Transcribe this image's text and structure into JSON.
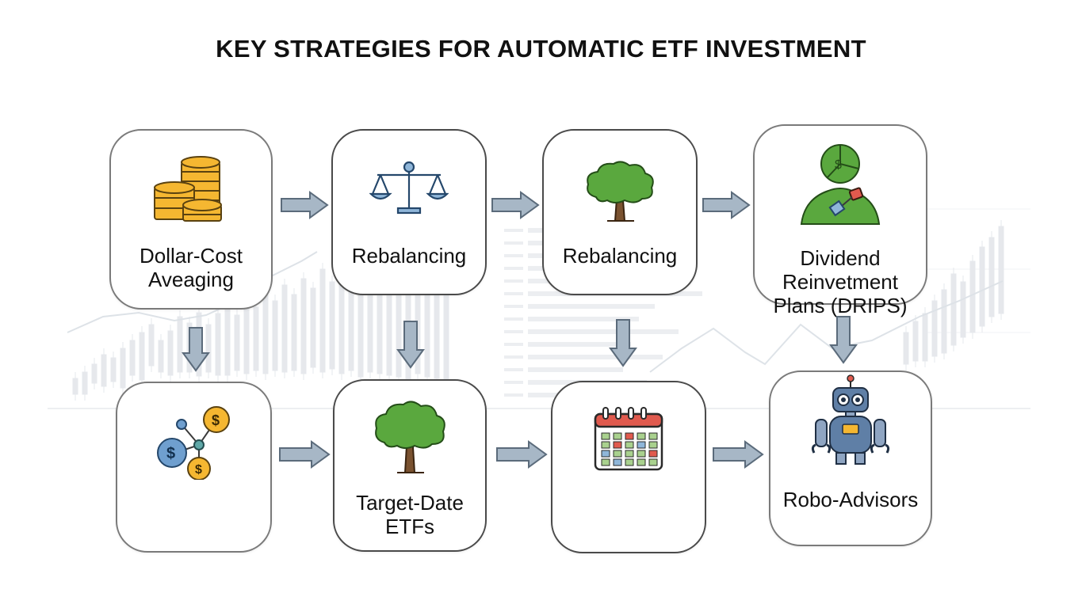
{
  "title": "KEY STRATEGIES FOR AUTOMATIC ETF INVESTMENT",
  "colors": {
    "arrow_fill": "#a7b7c6",
    "arrow_stroke": "#5b6b7b",
    "coin_gold": "#f5b731",
    "tree_green": "#5aa83e",
    "calendar_red": "#e05a4e",
    "robot_blue": "#5f7fa6"
  },
  "cards": [
    {
      "id": "dca",
      "icon": "coin-stack-icon",
      "lines": [
        "Dollar-Cost",
        "Aveaging"
      ]
    },
    {
      "id": "rebal1",
      "icon": "balance-scale-icon",
      "lines": [
        "Rebalancing"
      ]
    },
    {
      "id": "rebal2",
      "icon": "tree-icon",
      "lines": [
        "Rebalancing"
      ]
    },
    {
      "id": "drips",
      "icon": "dividend-person-icon",
      "lines": [
        "Dividend Reinvetment",
        "Plans (DRIPS)"
      ]
    },
    {
      "id": "network",
      "icon": "dollar-network-icon",
      "lines": []
    },
    {
      "id": "target",
      "icon": "tree-icon",
      "lines": [
        "Target-Date",
        "ETFs"
      ]
    },
    {
      "id": "calendar",
      "icon": "calendar-icon",
      "lines": []
    },
    {
      "id": "robo",
      "icon": "robot-icon",
      "lines": [
        "Robo-Advisors"
      ]
    }
  ]
}
